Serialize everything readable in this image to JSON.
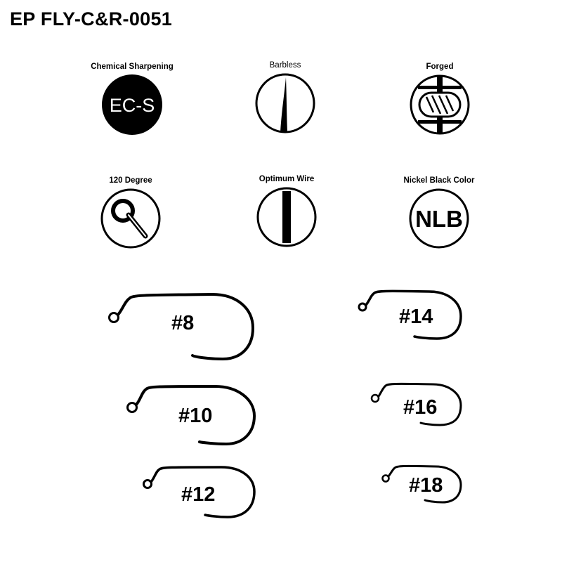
{
  "title": "EP FLY-C&R-0051",
  "features": [
    {
      "label": "Chemical Sharpening",
      "icon": "ec-s-icon",
      "icon_text": "EC-S"
    },
    {
      "label": "Barbless",
      "icon": "barbless-icon"
    },
    {
      "label": "Forged",
      "icon": "forged-icon"
    },
    {
      "label": "120 Degree",
      "icon": "120-degree-icon"
    },
    {
      "label": "Optimum Wire",
      "icon": "optimum-wire-icon"
    },
    {
      "label": "Nickel Black Color",
      "icon": "nlb-icon",
      "icon_text": "NLB"
    }
  ],
  "hooks": [
    {
      "size": "#8"
    },
    {
      "size": "#10"
    },
    {
      "size": "#12"
    },
    {
      "size": "#14"
    },
    {
      "size": "#16"
    },
    {
      "size": "#18"
    }
  ],
  "colors": {
    "ink": "#000000",
    "background": "#ffffff"
  }
}
